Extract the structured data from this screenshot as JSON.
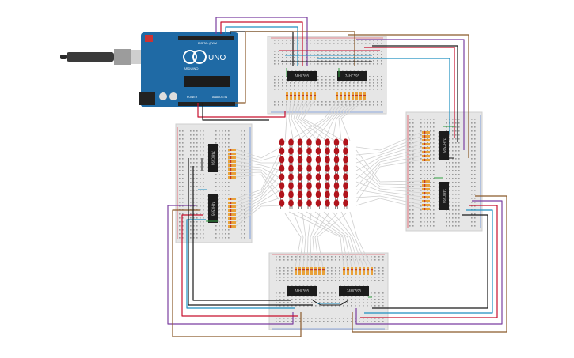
{
  "board": {
    "name": "UNO",
    "brand": "ARDUINO",
    "digital_label": "DIGITAL (PWM~)",
    "power_label": "POWER",
    "analog_label": "ANALOG IN"
  },
  "chips": {
    "label": "74HC595",
    "count": 8
  },
  "led_matrix": {
    "rows": 8,
    "cols": 8,
    "led_color": "#b0141c"
  },
  "colors": {
    "wire_red": "#c8102e",
    "wire_blue": "#1f8fc0",
    "wire_black": "#1a1a1a",
    "wire_brown": "#8b5a2b",
    "wire_purple": "#7b3fa0",
    "wire_gray": "#9a9a9a",
    "wire_green": "#2e9e3e",
    "board_blue": "#1f6aa5",
    "breadboard": "#e6e6e6"
  }
}
